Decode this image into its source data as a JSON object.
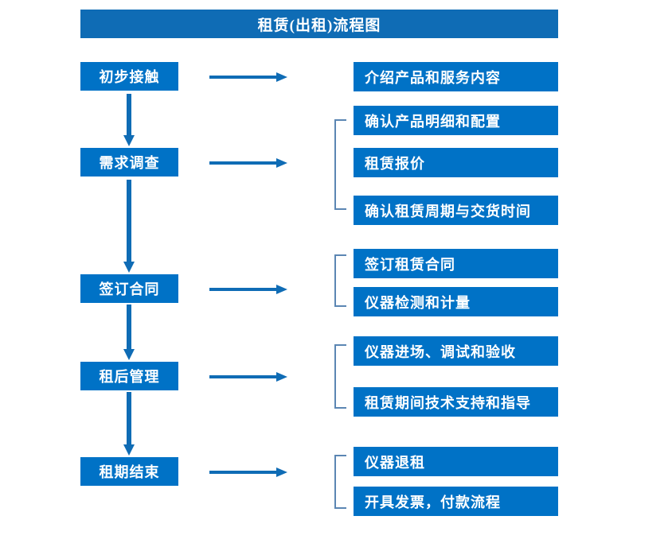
{
  "title": "租赁(出租)流程图",
  "colors": {
    "box_fill": "#0072c6",
    "title_fill": "#0f6cb5",
    "arrow": "#0f6cb5",
    "bracket": "#5b86b3",
    "text": "#ffffff",
    "background": "#ffffff"
  },
  "stages": [
    {
      "label": "初步接触"
    },
    {
      "label": "需求调查"
    },
    {
      "label": "签订合同"
    },
    {
      "label": "租后管理"
    },
    {
      "label": "租期结束"
    }
  ],
  "details": [
    {
      "label": "介绍产品和服务内容"
    },
    {
      "label": "确认产品明细和配置"
    },
    {
      "label": "租赁报价"
    },
    {
      "label": "确认租赁周期与交货时间"
    },
    {
      "label": "签订租赁合同"
    },
    {
      "label": "仪器检测和计量"
    },
    {
      "label": "仪器进场、调试和验收"
    },
    {
      "label": "租赁期间技术支持和指导"
    },
    {
      "label": "仪器退租"
    },
    {
      "label": "开具发票，付款流程"
    }
  ]
}
